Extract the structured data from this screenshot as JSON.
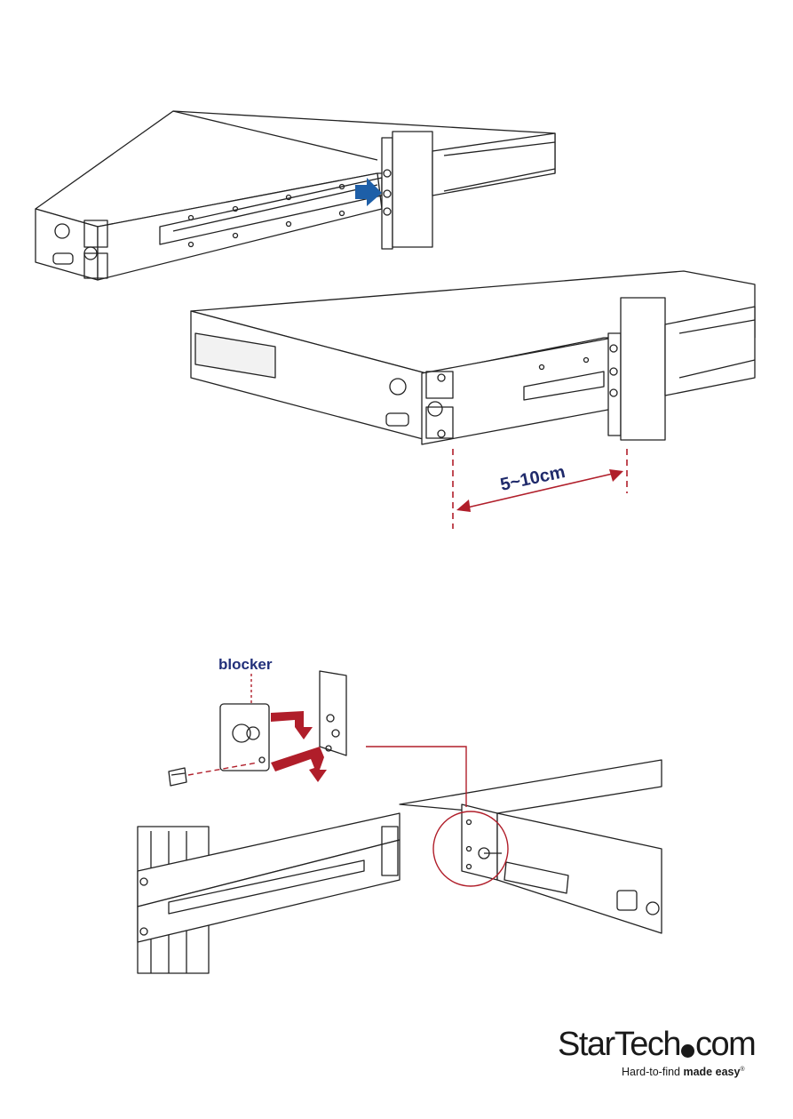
{
  "figure2": {
    "dimension_label": "5~10cm"
  },
  "figure3": {
    "blocker_label": "blocker"
  },
  "logo": {
    "name_part1": "StarTech",
    "name_part2": "com",
    "tagline_regular": "Hard-to-find ",
    "tagline_bold": "made easy",
    "registered_mark": "®"
  },
  "colors": {
    "accent_red": "#b01e2a",
    "arrow_blue": "#1e5fa8",
    "label_navy": "#22307a"
  }
}
